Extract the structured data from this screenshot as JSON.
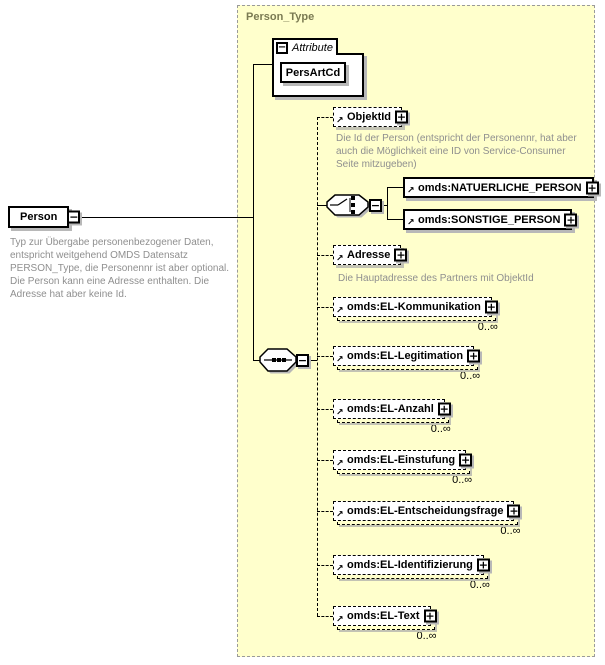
{
  "diagram": {
    "container": {
      "title": "Person_Type"
    },
    "root": {
      "label": "Person",
      "annotation": "Typ zur Übergabe personenbezogener Daten, entspricht weitgehend OMDS Datensatz PERSON_Type, die Personennr ist aber optional. Die Person kann eine Adresse enthalten. Die Adresse hat aber keine Id."
    },
    "attributes": {
      "section_label": "Attribute",
      "items": [
        {
          "name": "PersArtCd"
        }
      ]
    },
    "elements": {
      "objektid": {
        "label": "ObjektId",
        "desc": "Die Id der Person (entspricht der Personennr, hat aber auch die Möglichkeit eine ID von Service-Consumer Seite mitzugeben)"
      },
      "natuerliche_person": {
        "label": "omds:NATUERLICHE_PERSON"
      },
      "sonstige_person": {
        "label": "omds:SONSTIGE_PERSON"
      },
      "adresse": {
        "label": "Adresse",
        "desc": "Die Hauptadresse des Partners mit ObjektId"
      },
      "el_kommunikation": {
        "label": "omds:EL-Kommunikation",
        "occurs": "0..∞"
      },
      "el_legitimation": {
        "label": "omds:EL-Legitimation",
        "occurs": "0..∞"
      },
      "el_anzahl": {
        "label": "omds:EL-Anzahl",
        "occurs": "0..∞"
      },
      "el_einstufung": {
        "label": "omds:EL-Einstufung",
        "occurs": "0..∞"
      },
      "el_entscheidungsfrage": {
        "label": "omds:EL-Entscheidungsfrage",
        "occurs": "0..∞"
      },
      "el_identifizierung": {
        "label": "omds:EL-Identifizierung",
        "occurs": "0..∞"
      },
      "el_text": {
        "label": "omds:EL-Text",
        "occurs": "0..∞"
      }
    },
    "icons": {
      "collapse": "−",
      "expand": "+",
      "reference_arrow": "↗"
    },
    "colors": {
      "container_bg": "#ffffcc",
      "container_title": "#7a7a52",
      "annotation_text": "#8f8f8f",
      "box_border": "#000000",
      "shadow": "#b8b8b8"
    }
  }
}
